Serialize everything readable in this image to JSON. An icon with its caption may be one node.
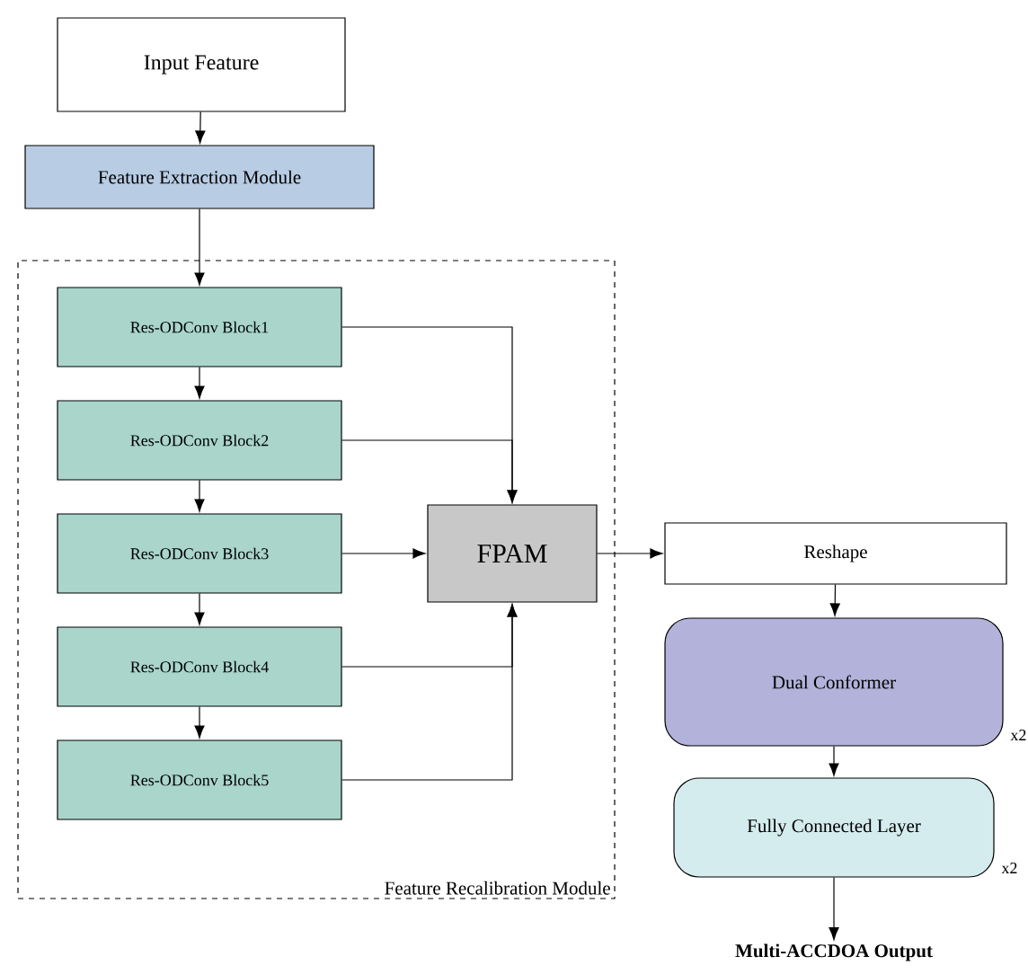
{
  "diagram": {
    "nodes": [
      {
        "text": [
          "Input Feature"
        ]
      },
      {
        "text": [
          "Feature Extraction Module"
        ]
      },
      {
        "text": [
          "Feature Recalibration Module"
        ]
      },
      {
        "text": [
          "Res-ODConv Block1"
        ],
        "in": 2
      },
      {
        "text": [
          "Res-ODConv Block2"
        ],
        "in": 2
      },
      {
        "text": [
          "Res-ODConv Block3"
        ],
        "in": 2
      },
      {
        "text": [
          "Res-ODConv Block4"
        ],
        "in": 2
      },
      {
        "text": [
          "Res-ODConv Block5"
        ],
        "in": 2
      },
      {
        "text": [
          "FPAM"
        ],
        "in": 2
      },
      {
        "text": [
          "Reshape"
        ]
      },
      {
        "text": [
          "Dual Conformer"
        ],
        "beside": [
          "x2"
        ]
      },
      {
        "text": [
          "Fully Connected Layer"
        ],
        "beside": [
          "x2"
        ]
      },
      {
        "text": [
          "Multi-ACCDOA Output"
        ]
      }
    ],
    "edges": [
      {
        "from": 0,
        "to": 1,
        "arrow": "to"
      },
      {
        "from": 1,
        "to": 3,
        "arrow": "to"
      },
      {
        "from": 3,
        "to": 4,
        "arrow": "to"
      },
      {
        "from": 4,
        "to": 5,
        "arrow": "to"
      },
      {
        "from": 5,
        "to": 6,
        "arrow": "to"
      },
      {
        "from": 6,
        "to": 7,
        "arrow": "to"
      },
      {
        "from": 3,
        "to": 8,
        "arrow": "to"
      },
      {
        "from": 4,
        "to": 8,
        "arrow": "to"
      },
      {
        "from": 5,
        "to": 8,
        "arrow": "to"
      },
      {
        "from": 6,
        "to": 8,
        "arrow": "to"
      },
      {
        "from": 7,
        "to": 8,
        "arrow": "to"
      },
      {
        "from": 8,
        "to": 9,
        "arrow": "to"
      },
      {
        "from": 9,
        "to": 10,
        "arrow": "to"
      },
      {
        "from": 10,
        "to": 11,
        "arrow": "to"
      },
      {
        "from": 11,
        "to": 12,
        "arrow": "to"
      }
    ]
  }
}
